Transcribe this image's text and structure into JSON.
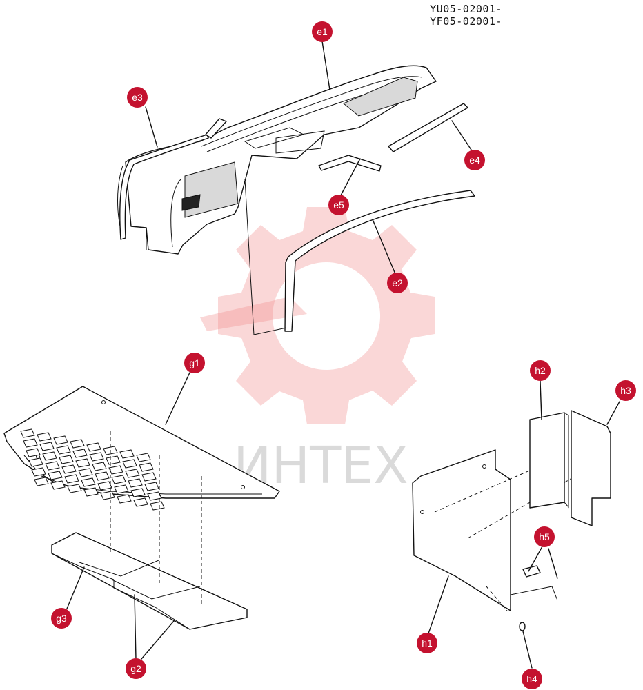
{
  "serials": [
    "YU05-02001-",
    "YF05-02001-"
  ],
  "watermark": {
    "text": "ИНТЕХ",
    "icon": "gear-wrench-logo",
    "color": "#f28b8b"
  },
  "callout_color": "#c4122f",
  "callouts": {
    "e1": "e1",
    "e2": "e2",
    "e3": "e3",
    "e4": "e4",
    "e5": "e5",
    "g1": "g1",
    "g2": "g2",
    "g3": "g3",
    "h1": "h1",
    "h2": "h2",
    "h3": "h3",
    "h4": "h4",
    "h5": "h5"
  }
}
